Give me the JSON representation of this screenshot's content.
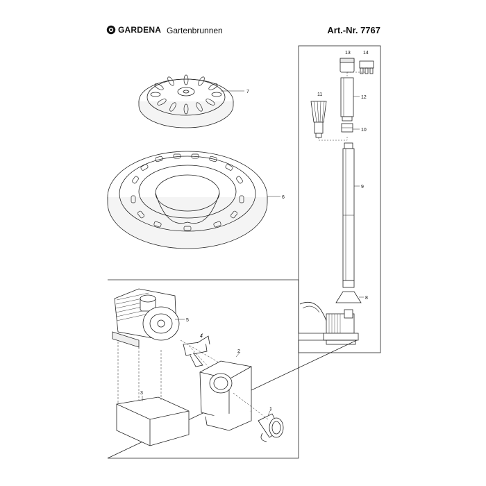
{
  "header": {
    "brand": "GARDENA",
    "product_name": "Gartenbrunnen",
    "article_number": "Art.-Nr. 7767"
  },
  "parts": {
    "p1": "1",
    "p2": "2",
    "p3": "3",
    "p4": "4",
    "p5": "5",
    "p6": "6",
    "p7": "7",
    "p8": "8",
    "p9": "9",
    "p10": "10",
    "p11": "11",
    "p12": "12",
    "p13": "13",
    "p14": "14"
  },
  "icons": {
    "logo": "gardena-logo-icon"
  }
}
